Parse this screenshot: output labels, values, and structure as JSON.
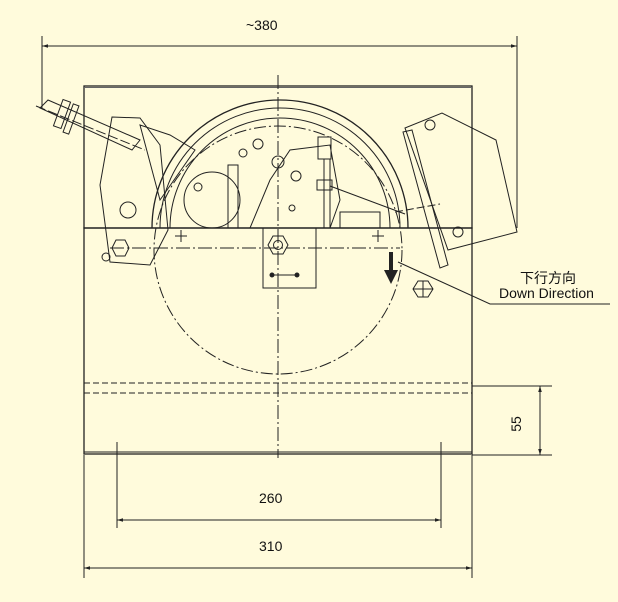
{
  "dimensions": {
    "overall_width": "~380",
    "inner_width": "260",
    "base_width": "310",
    "height": "55"
  },
  "annotation": {
    "label_cn": "下行方向",
    "label_en": "Down Direction"
  },
  "colors": {
    "background": "#fffbdc",
    "line": "#222222"
  }
}
